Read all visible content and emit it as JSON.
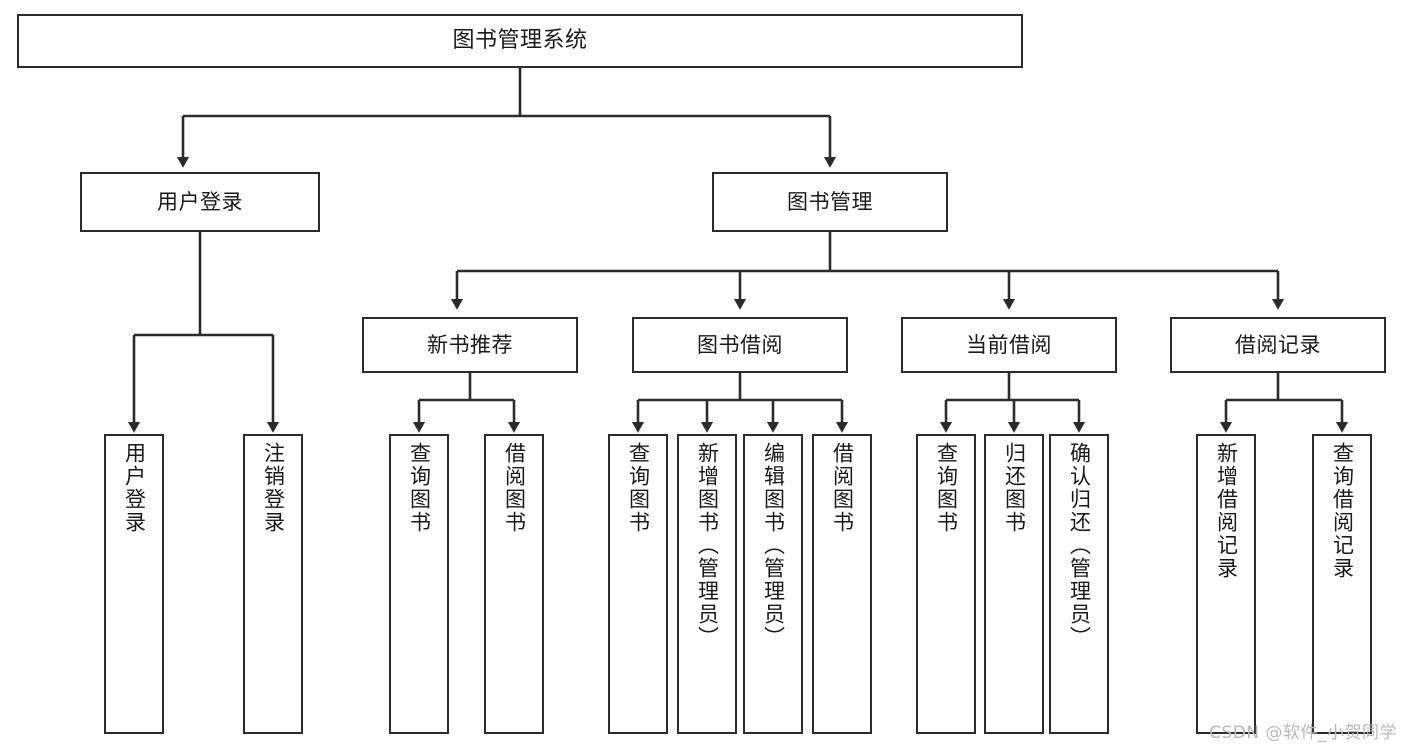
{
  "diagram": {
    "title": "图书管理系统",
    "type": "hierarchy-tree",
    "watermark": "CSDN @软件_小贺同学",
    "colors": {
      "stroke": "#2b2b2b",
      "fill": "#ffffff",
      "text": "#1a1a1a",
      "watermark": "#b9b9b9"
    },
    "nodes": {
      "root": {
        "label": "图书管理系统"
      },
      "level1": [
        {
          "label": "用户登录"
        },
        {
          "label": "图书管理"
        }
      ],
      "level2": [
        {
          "label": "新书推荐"
        },
        {
          "label": "图书借阅"
        },
        {
          "label": "当前借阅"
        },
        {
          "label": "借阅记录"
        }
      ],
      "leaves_user_login": [
        {
          "label": "用户登录"
        },
        {
          "label": "注销登录"
        }
      ],
      "leaves_new_books": [
        {
          "label": "查询图书"
        },
        {
          "label": "借阅图书"
        }
      ],
      "leaves_borrow": [
        {
          "label": "查询图书"
        },
        {
          "label": "新增图书（管理员）"
        },
        {
          "label": "编辑图书（管理员）"
        },
        {
          "label": "借阅图书"
        }
      ],
      "leaves_current": [
        {
          "label": "查询图书"
        },
        {
          "label": "归还图书"
        },
        {
          "label": "确认归还（管理员）"
        }
      ],
      "leaves_records": [
        {
          "label": "新增借阅记录"
        },
        {
          "label": "查询借阅记录"
        }
      ]
    }
  }
}
